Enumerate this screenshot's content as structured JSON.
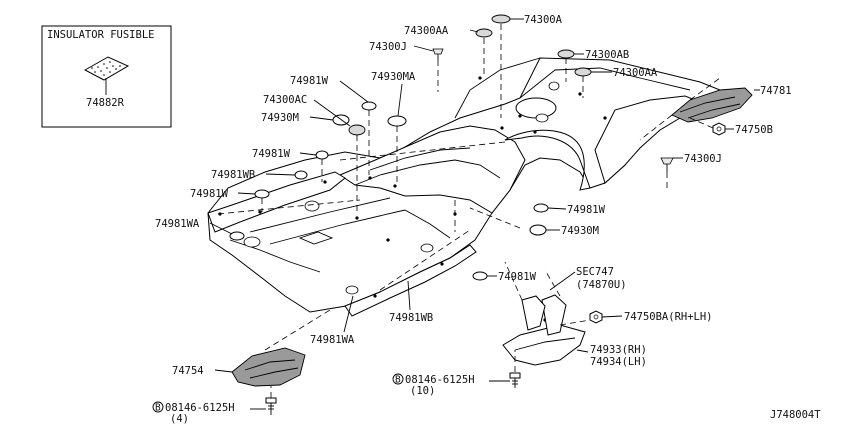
{
  "diagram_code": "J748004T",
  "inset": {
    "title": "INSULATOR FUSIBLE",
    "part": "74882R"
  },
  "labels": {
    "l74300AA_top": "74300AA",
    "l74300A": "74300A",
    "l74300J_top": "74300J",
    "l74300AB": "74300AB",
    "l74300AA_right": "74300AA",
    "l74981W_a": "74981W",
    "l74930MA": "74930MA",
    "l74300AC": "74300AC",
    "l74930M_a": "74930M",
    "l74981W_b": "74981W",
    "l74981WB_a": "74981WB",
    "l74981W_c": "74981W",
    "l74981WA_a": "74981WA",
    "l74781": "74781",
    "l74750B": "74750B",
    "l74300J_right": "74300J",
    "l74981W_d": "74981W",
    "l74930M_b": "74930M",
    "l74981W_e": "74981W",
    "lSEC747": "SEC747",
    "lSEC747_sub": "(74870U)",
    "l74750BA": "74750BA(RH+LH)",
    "l74933": "74933(RH)",
    "l74934": "74934(LH)",
    "l74981WB_b": "74981WB",
    "l74981WA_b": "74981WA",
    "l74754": "74754",
    "bolt_center": "08146-6125H",
    "bolt_center_qty": "(10)",
    "bolt_left": "08146-6125H",
    "bolt_left_qty": "(4)",
    "bolt_symbol": "B"
  }
}
